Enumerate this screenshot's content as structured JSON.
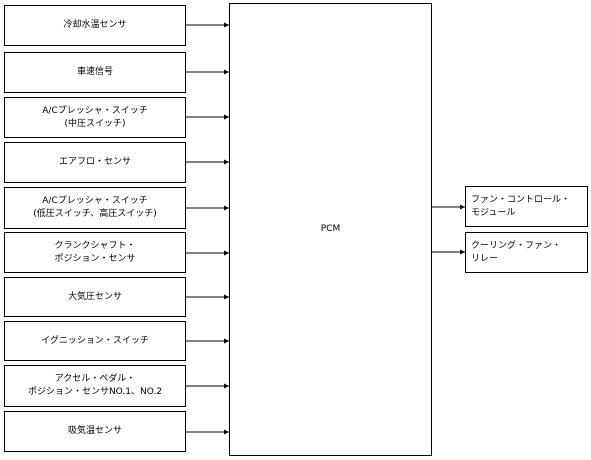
{
  "inputs": [
    {
      "lines": [
        "冷却水温センサ"
      ]
    },
    {
      "lines": [
        "車速信号"
      ]
    },
    {
      "lines": [
        "A/Cプレッシャ・スイッチ",
        "(中圧スイッチ)"
      ]
    },
    {
      "lines": [
        "エアフロ・センサ"
      ]
    },
    {
      "lines": [
        "A/Cプレッシャ・スイッチ",
        "(低圧スイッチ、高圧スイッチ)"
      ]
    },
    {
      "lines": [
        "クランクシャフト・",
        "ポジション・センサ"
      ]
    },
    {
      "lines": [
        "大気圧センサ"
      ]
    },
    {
      "lines": [
        "イグニッション・スイッチ"
      ]
    },
    {
      "lines": [
        "アクセル・ペダル・",
        "ポジション・センサNO.1、NO.2"
      ]
    },
    {
      "lines": [
        "吸気温センサ"
      ]
    }
  ],
  "pcm": {
    "label": "PCM"
  },
  "outputs": [
    {
      "lines": [
        "ファン・コントロール・",
        "モジュール"
      ]
    },
    {
      "lines": [
        "クーリング・ファン・",
        "リレー"
      ]
    }
  ]
}
